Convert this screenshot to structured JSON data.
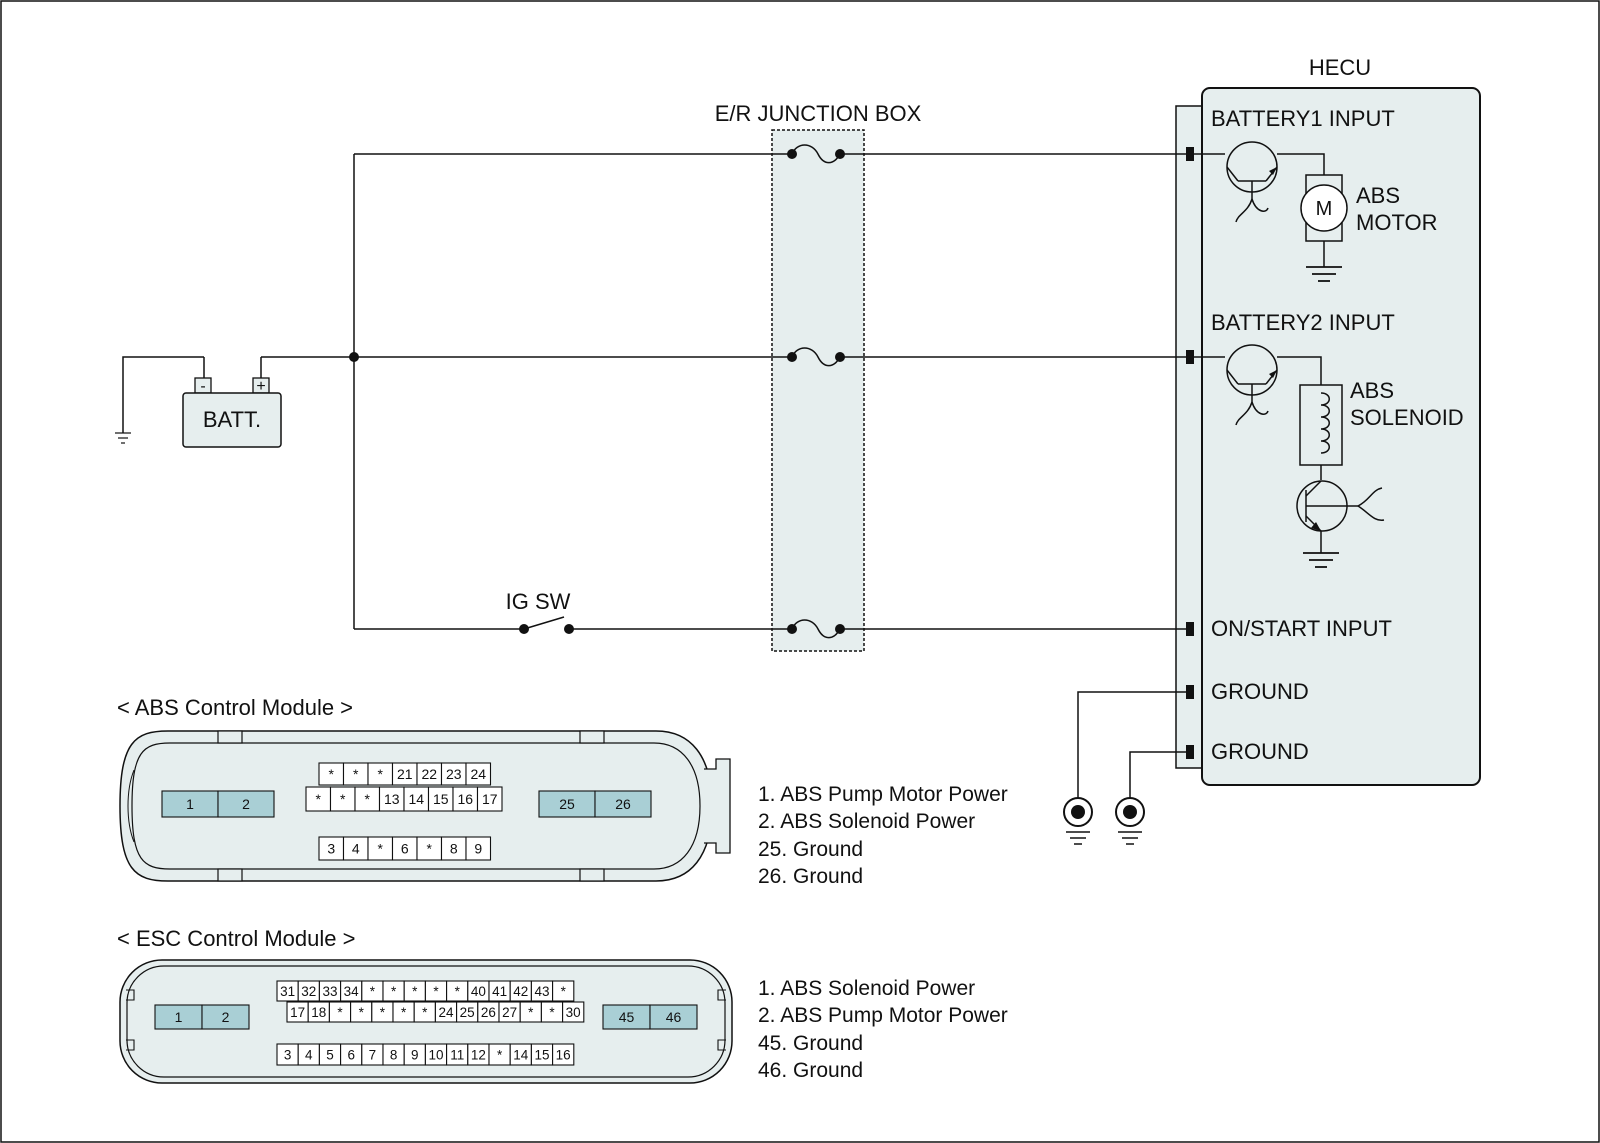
{
  "colors": {
    "panel": "#e6eeee",
    "pin_highlight": "#a9cfd5",
    "line": "#111111"
  },
  "labels": {
    "hecu": "HECU",
    "junction_box": "E/R JUNCTION BOX",
    "battery": "BATT.",
    "ig_sw": "IG SW",
    "battery1_input": "BATTERY1 INPUT",
    "battery2_input": "BATTERY2 INPUT",
    "on_start_input": "ON/START INPUT",
    "ground1": "GROUND",
    "ground2": "GROUND",
    "abs_motor": [
      "ABS",
      "MOTOR"
    ],
    "motor_symbol": "M",
    "abs_solenoid": [
      "ABS",
      "SOLENOID"
    ],
    "batt_minus": "-",
    "batt_plus": "+"
  },
  "abs_module": {
    "title": "< ABS Control Module >",
    "left_pins": [
      "1",
      "2"
    ],
    "right_pins": [
      "25",
      "26"
    ],
    "row1": [
      "*",
      "*",
      "*",
      "21",
      "22",
      "23",
      "24"
    ],
    "row2": [
      "*",
      "*",
      "*",
      "13",
      "14",
      "15",
      "16",
      "17"
    ],
    "row3": [
      "3",
      "4",
      "*",
      "6",
      "*",
      "8",
      "9"
    ],
    "legend": [
      "1. ABS Pump Motor Power",
      "2. ABS Solenoid Power",
      "25. Ground",
      "26. Ground"
    ]
  },
  "esc_module": {
    "title": "< ESC Control Module >",
    "left_pins": [
      "1",
      "2"
    ],
    "right_pins": [
      "45",
      "46"
    ],
    "row1": [
      "31",
      "32",
      "33",
      "34",
      "*",
      "*",
      "*",
      "*",
      "*",
      "40",
      "41",
      "42",
      "43",
      "*"
    ],
    "row2": [
      "17",
      "18",
      "*",
      "*",
      "*",
      "*",
      "*",
      "24",
      "25",
      "26",
      "27",
      "*",
      "*",
      "30"
    ],
    "row3": [
      "3",
      "4",
      "5",
      "6",
      "7",
      "8",
      "9",
      "10",
      "11",
      "12",
      "*",
      "14",
      "15",
      "16"
    ],
    "legend": [
      "1. ABS Solenoid Power",
      "2. ABS Pump Motor Power",
      "45. Ground",
      "46. Ground"
    ]
  }
}
